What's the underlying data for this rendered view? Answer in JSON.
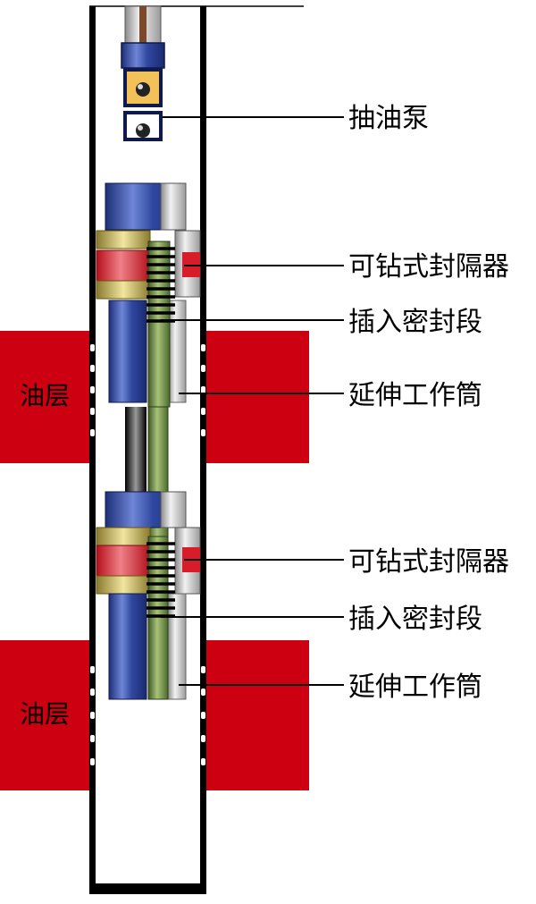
{
  "labels": {
    "pump": "抽油泵",
    "packer_upper": "可钻式封隔器",
    "seal_upper": "插入密封段",
    "extension_upper": "延伸工作筒",
    "packer_lower": "可钻式封隔器",
    "seal_lower": "插入密封段",
    "extension_lower": "延伸工作筒"
  },
  "zones": {
    "upper": "油层",
    "lower": "油层"
  },
  "colors": {
    "oil_layer": "#cc0010",
    "packer_rubber": "#d81c2a",
    "tool_body": "#2b3f8f",
    "inner_tube": "#5a7a3a",
    "casing": "#000000"
  }
}
